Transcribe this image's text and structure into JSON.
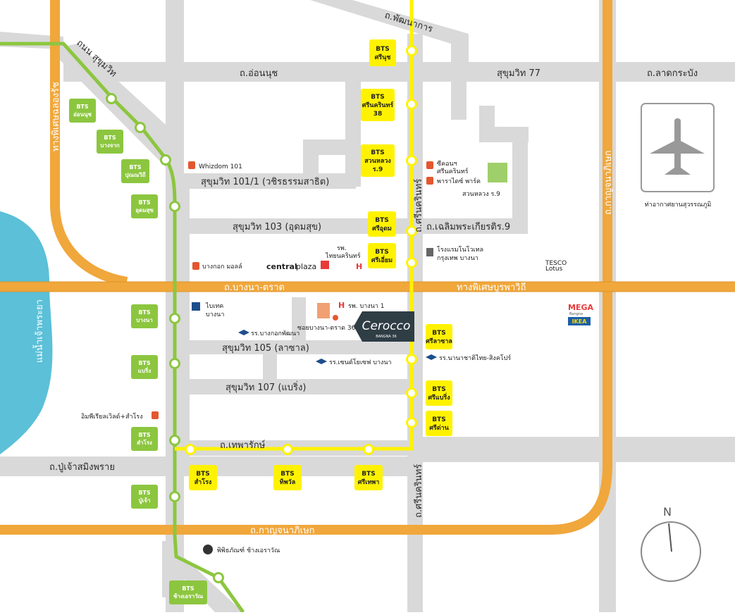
{
  "map": {
    "roads": {
      "phatthanakan": "ถ.พัฒนาการ",
      "sukhumvit_diag": "ถนน สุขุมวิท",
      "onnut": "ถ.อ่อนนุช",
      "sukhumvit77": "สุขุมวิท 77",
      "latkrabang": "ถ.ลาดกระบัง",
      "phiset_expressway": "ทางพิเศษฉลองรัช",
      "sukhumvit101_1": "สุขุมวิท 101/1 (วชิรธรรมสาธิต)",
      "sukhumvit103": "สุขุมวิท 103 (อุดมสุข)",
      "chaloem": "ถ.เฉลิมพระเกียรติร.9",
      "srinakarin_top": "ถ.ศรีนครินทร์",
      "bangna_trat": "ถ.บางนา-ตราด",
      "burapha": "ทางพิเศษบูรพาวิถี",
      "kanchana_right": "ถ.กาญจนาภิเษก",
      "sukhumvit105": "สุขุมวิท 105 (ลาซาล)",
      "sukhumvit107": "สุขุมวิท 107 (แบริ่ง)",
      "theparak": "ถ.เทพารักษ์",
      "pujao": "ถ.ปู่เจ้าสมิงพราย",
      "srinakarin_bottom": "ถ.ศรีนครินทร์",
      "kanchana_bottom": "ถ.กาญจนาภิเษก",
      "river": "แม่น้ำเจ้าพระยา"
    },
    "green_stations": [
      {
        "line1": "BTS",
        "line2": "อ่อนนุช"
      },
      {
        "line1": "BTS",
        "line2": "บางจาก"
      },
      {
        "line1": "BTS",
        "line2": "ปุณณวิถี"
      },
      {
        "line1": "BTS",
        "line2": "อุดมสุข"
      },
      {
        "line1": "BTS",
        "line2": "บางนา"
      },
      {
        "line1": "BTS",
        "line2": "แบริ่ง"
      },
      {
        "line1": "BTS",
        "line2": "สำโรง"
      },
      {
        "line1": "BTS",
        "line2": "ปู่เจ้า"
      },
      {
        "line1": "BTS",
        "line2": "ช้างเอราวัณ"
      }
    ],
    "yellow_stations": [
      {
        "line1": "BTS",
        "line2": "ศรีนุช",
        "line3": ""
      },
      {
        "line1": "BTS",
        "line2": "ศรีนครินทร์",
        "line3": "38"
      },
      {
        "line1": "BTS",
        "line2": "สวนหลวง",
        "line3": "ร.9"
      },
      {
        "line1": "BTS",
        "line2": "ศรีอุดม",
        "line3": ""
      },
      {
        "line1": "BTS",
        "line2": "ศรีเอี่ยม",
        "line3": ""
      },
      {
        "line1": "BTS",
        "line2": "ศรีลาซาล",
        "line3": ""
      },
      {
        "line1": "BTS",
        "line2": "ศรีแบริ่ง",
        "line3": ""
      },
      {
        "line1": "BTS",
        "line2": "ศรีด่าน",
        "line3": ""
      },
      {
        "line1": "BTS",
        "line2": "สำโรง",
        "line3": ""
      },
      {
        "line1": "BTS",
        "line2": "ทิพวัล",
        "line3": ""
      },
      {
        "line1": "BTS",
        "line2": "ศรีเทพา",
        "line3": ""
      }
    ],
    "pois": {
      "whizdom": "Whizdom 101",
      "seacon": "ซีคอนฯ",
      "seacon2": "ศรีนครินทร์",
      "paradise": "พาราไดซ์ พาร์ค",
      "suanluang": "สวนหลวง ร.9",
      "hospital_l1": "รพ.",
      "hospital_l2": "ไทยนครินทร์",
      "novotel_l1": "โรงแรมโนโวเทล",
      "novotel_l2": "กรุงเทพ บางนา",
      "tesco_l1": "TESCO",
      "tesco_l2": "Lotus",
      "bangkok_mall": "บางกอก มอลล์",
      "central_a": "central",
      "central_b": "plaza",
      "bitec_l1": "ไบเทค",
      "bitec_l2": "บางนา",
      "bangna1": "รพ. บางนา 1",
      "soi36": "ซอยบางนา-ตราด 36",
      "mega": "MEGA",
      "mega_sub": "Bangna",
      "ikea": "IKEA",
      "bkk_patana": "รร.บางกอกพัฒนา",
      "st_joseph": "รร.เซนต์โยเซฟ บางนา",
      "thai_singapore": "รร.นานาชาติไทย-สิงคโปร์",
      "imperial": "อิมพีเรียลเวิลด์+สำโรง",
      "erawan_museum": "พิพิธภัณฑ์ ช้างเอราวัณ",
      "airport": "ท่าอากาศยานสุวรรณภูมิ",
      "project_name": "Cerocco",
      "project_sub": "BANGNA 36",
      "north": "N"
    },
    "colors": {
      "road_gray": "#d9d9d9",
      "highway_orange": "#f0a73b",
      "highway_edge": "#d9922a",
      "green_line": "#8cc63f",
      "yellow_line": "#fff200",
      "river": "#5bc0d8",
      "project_box": "#2f3d45",
      "hospital_red": "#e83a3a",
      "label_orange": "#e4572e"
    }
  }
}
